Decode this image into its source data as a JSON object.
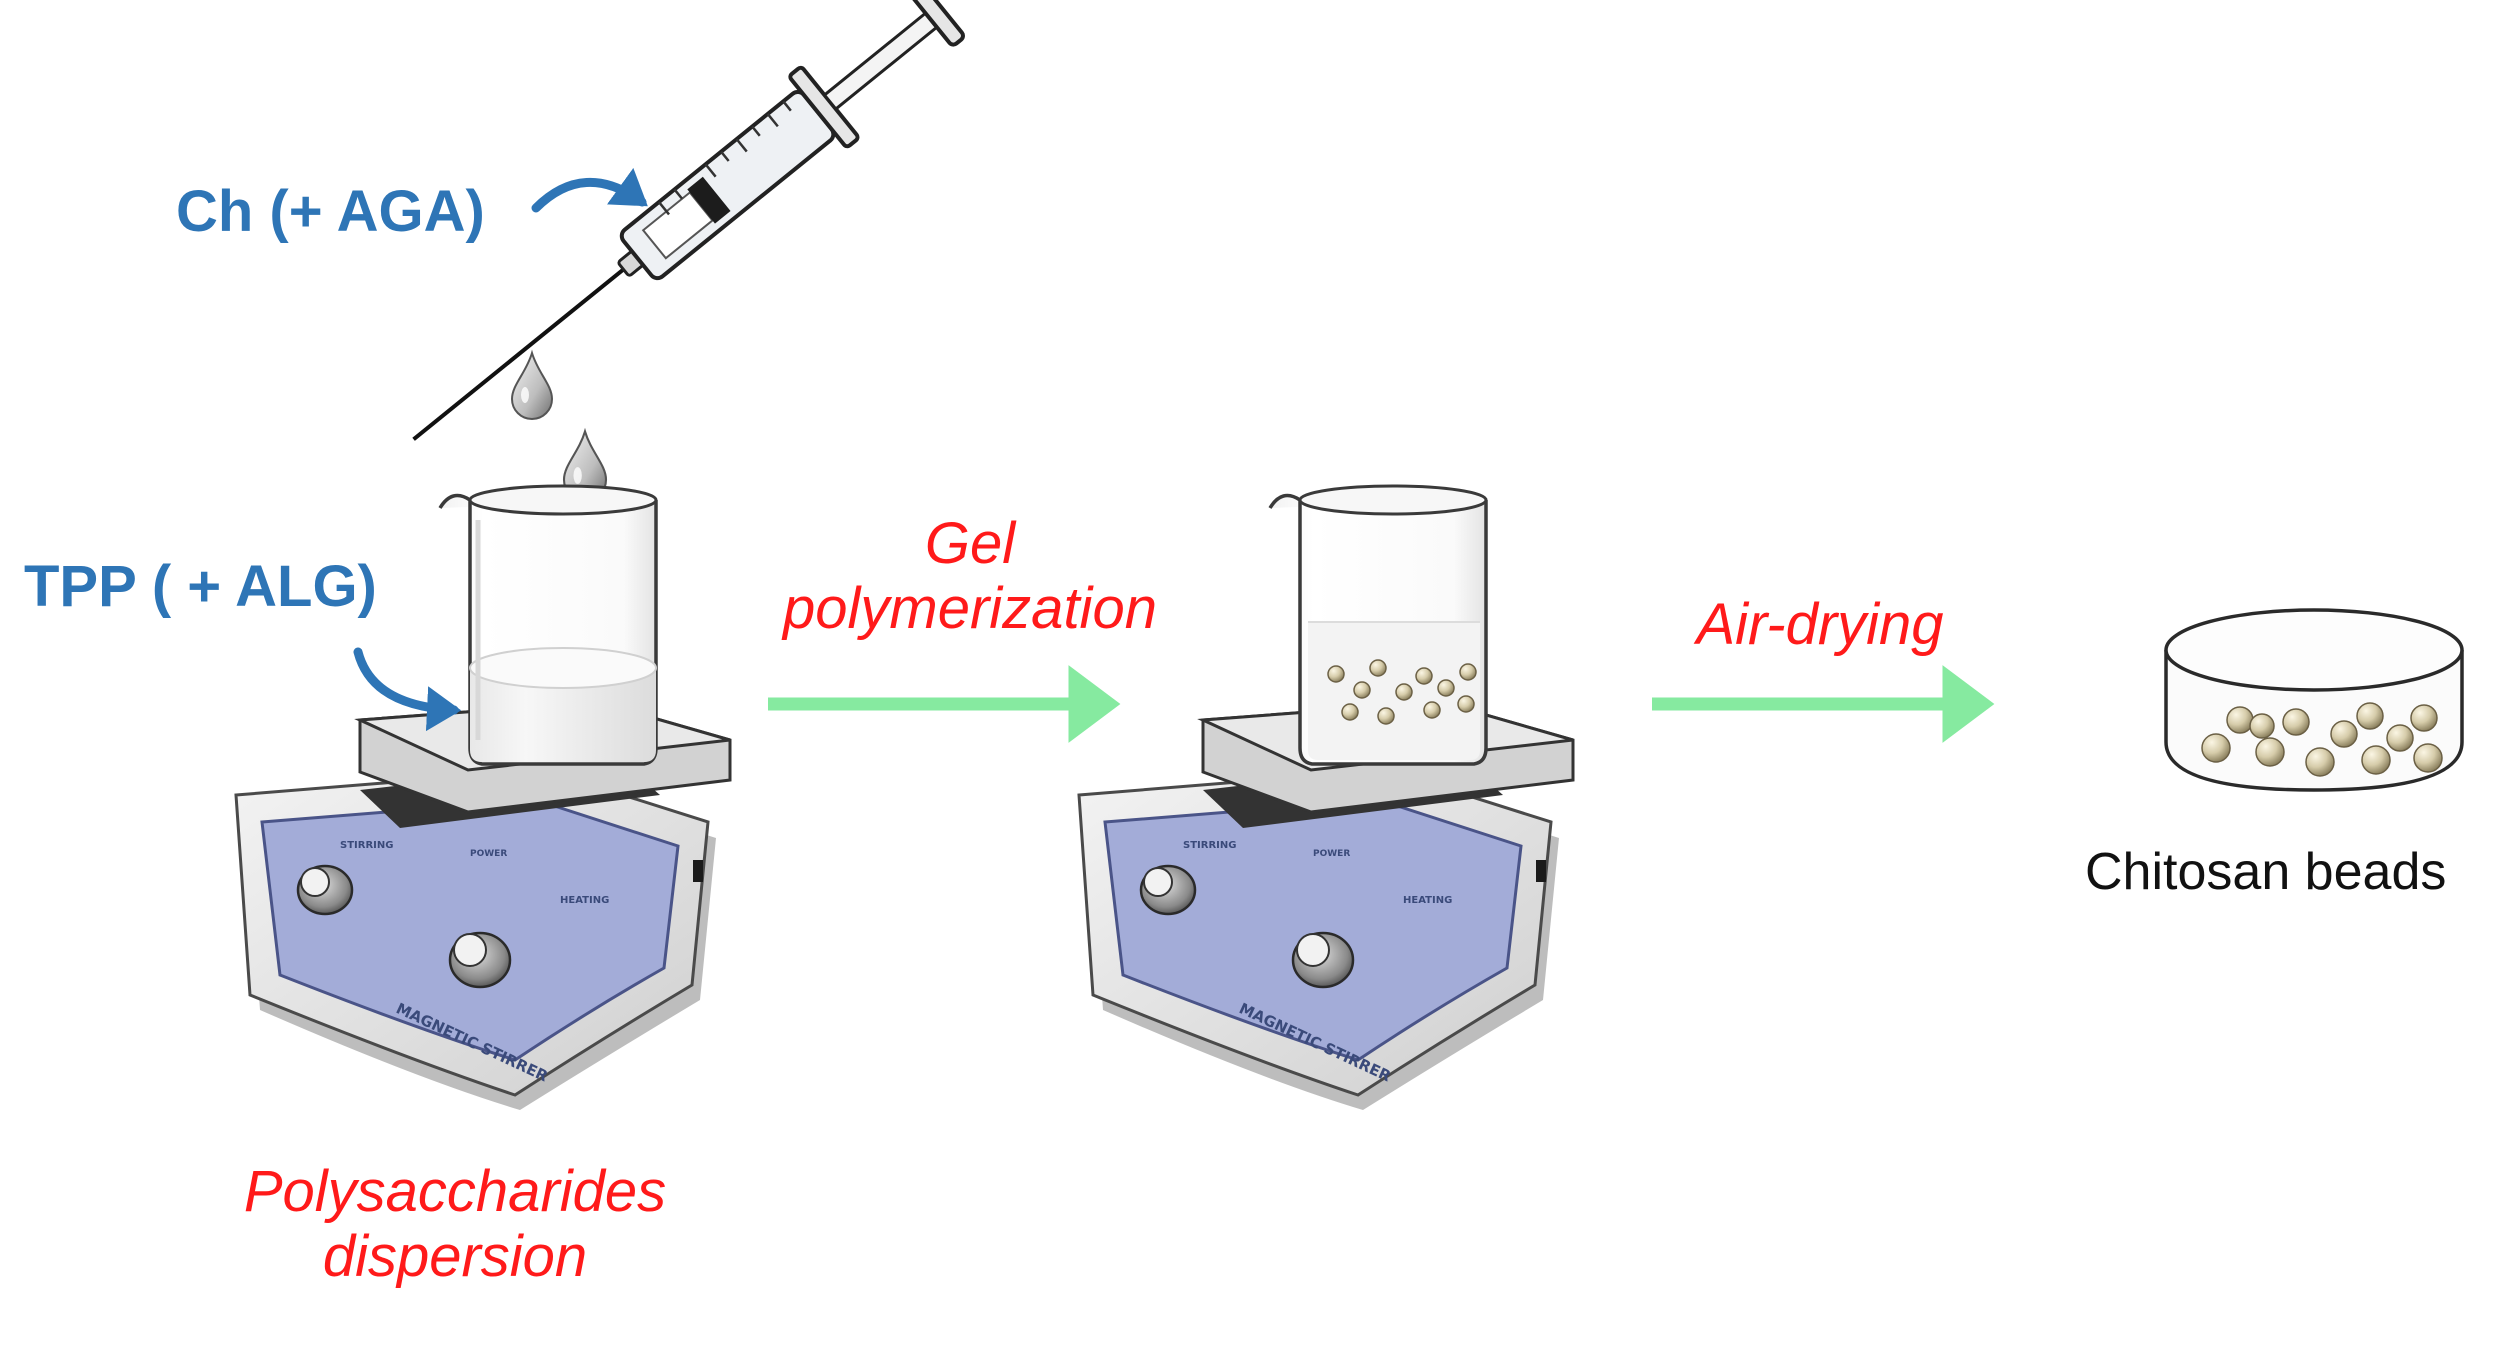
{
  "labels": {
    "reagent_ch": "Ch (+ AGA)",
    "reagent_tpp": "TPP ( + ALG)",
    "step_dispersion": [
      "Polysaccharides",
      "dispersion"
    ],
    "step_gel": [
      "Gel",
      "polymerization"
    ],
    "step_drying": "Air-drying",
    "product": "Chitosan beads"
  },
  "stirrer_panel": {
    "brand": "MAGNETIC STIRRER",
    "knob_left": "STIRRING",
    "knob_right": "HEATING",
    "power": "POWER"
  },
  "colors": {
    "reagent_text": "#2e75b6",
    "step_text": "#ff1a1a",
    "arrow_process": "#86eaa0",
    "arrow_reagent": "#2e75b6",
    "bead": "#d6ccaa",
    "panel": "#a3acd8"
  },
  "icons": [
    "syringe-icon",
    "droplet-icon",
    "beaker-icon",
    "hotplate-stirrer-icon",
    "petri-dish-icon",
    "bead-icon"
  ]
}
